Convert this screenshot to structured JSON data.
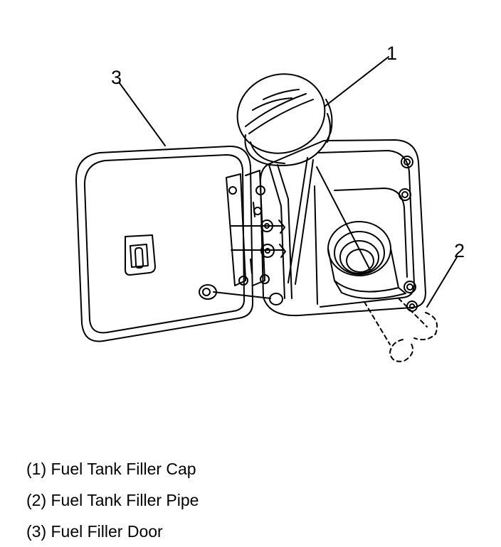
{
  "diagram": {
    "callouts": [
      {
        "id": "1",
        "number": "1"
      },
      {
        "id": "2",
        "number": "2"
      },
      {
        "id": "3",
        "number": "3"
      }
    ]
  },
  "legend": [
    {
      "text": "(1) Fuel Tank Filler Cap"
    },
    {
      "text": "(2) Fuel Tank Filler Pipe"
    },
    {
      "text": "(3) Fuel Filler Door"
    }
  ]
}
